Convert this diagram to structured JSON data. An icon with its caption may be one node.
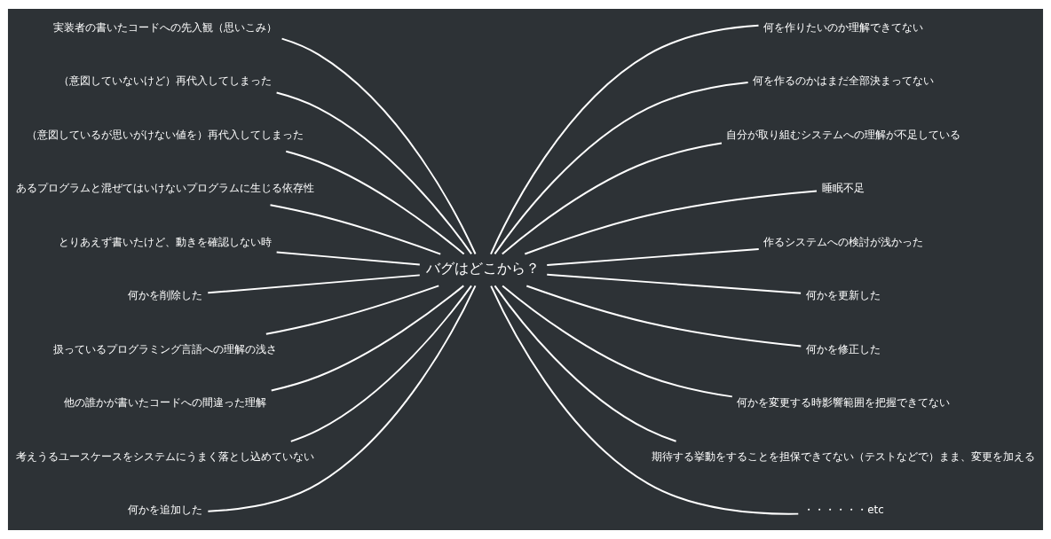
{
  "diagram": {
    "nodes": [
      {
        "text": [
          "バグはどこから？"
        ]
      },
      {
        "text": [
          "実装者の書いたコードへの先入観（思いこみ）"
        ]
      },
      {
        "text": [
          "（意図していないけど）再代入してしまった"
        ]
      },
      {
        "text": [
          "（意図しているが思いがけない値を）再代入してしまった"
        ]
      },
      {
        "text": [
          "あるプログラムと混ぜてはいけないプログラムに生じる依存性"
        ]
      },
      {
        "text": [
          "とりあえず書いたけど、動きを確認しない時"
        ]
      },
      {
        "text": [
          "何かを削除した"
        ]
      },
      {
        "text": [
          "扱っているプログラミング言語への理解の浅さ"
        ]
      },
      {
        "text": [
          "他の誰かが書いたコードへの間違った理解"
        ]
      },
      {
        "text": [
          "考えうるユースケースをシステムにうまく落とし込めていない"
        ]
      },
      {
        "text": [
          "何かを追加した"
        ]
      },
      {
        "text": [
          "何を作りたいのか理解できてない"
        ]
      },
      {
        "text": [
          "何を作るのかはまだ全部決まってない"
        ]
      },
      {
        "text": [
          "自分が取り組むシステムへの理解が不足している"
        ]
      },
      {
        "text": [
          "睡眠不足"
        ]
      },
      {
        "text": [
          "作るシステムへの検討が浅かった"
        ]
      },
      {
        "text": [
          "何かを更新した"
        ]
      },
      {
        "text": [
          "何かを修正した"
        ]
      },
      {
        "text": [
          "何かを変更する時影響範囲を把握できてない"
        ]
      },
      {
        "text": [
          "期待する挙動をすることを担保できてない（テストなどで）まま、変更を加える"
        ]
      },
      {
        "text": [
          "・・・・・・etc"
        ]
      }
    ],
    "edges": [
      {
        "from": 0,
        "to": 1,
        "arrow": "none"
      },
      {
        "from": 0,
        "to": 2,
        "arrow": "none"
      },
      {
        "from": 0,
        "to": 3,
        "arrow": "none"
      },
      {
        "from": 0,
        "to": 4,
        "arrow": "none"
      },
      {
        "from": 0,
        "to": 5,
        "arrow": "none"
      },
      {
        "from": 0,
        "to": 6,
        "arrow": "none"
      },
      {
        "from": 0,
        "to": 7,
        "arrow": "none"
      },
      {
        "from": 0,
        "to": 8,
        "arrow": "none"
      },
      {
        "from": 0,
        "to": 9,
        "arrow": "none"
      },
      {
        "from": 0,
        "to": 10,
        "arrow": "none"
      },
      {
        "from": 0,
        "to": 11,
        "arrow": "none"
      },
      {
        "from": 0,
        "to": 12,
        "arrow": "none"
      },
      {
        "from": 0,
        "to": 13,
        "arrow": "none"
      },
      {
        "from": 0,
        "to": 14,
        "arrow": "none"
      },
      {
        "from": 0,
        "to": 15,
        "arrow": "none"
      },
      {
        "from": 0,
        "to": 16,
        "arrow": "none"
      },
      {
        "from": 0,
        "to": 17,
        "arrow": "none"
      },
      {
        "from": 0,
        "to": 18,
        "arrow": "none"
      },
      {
        "from": 0,
        "to": 19,
        "arrow": "none"
      },
      {
        "from": 0,
        "to": 20,
        "arrow": "none"
      }
    ]
  }
}
